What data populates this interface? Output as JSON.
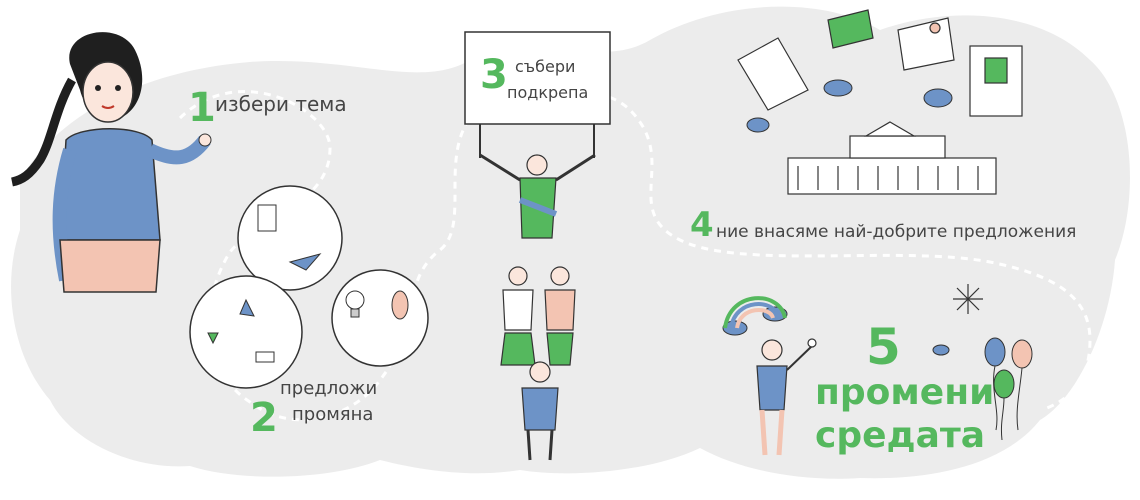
{
  "steps": [
    {
      "number": "1",
      "label": "избери тема"
    },
    {
      "number": "2",
      "label_line1": "предложи",
      "label_line2": "промяна"
    },
    {
      "number": "3",
      "label_line1": "събери",
      "label_line2": "подкрепа"
    },
    {
      "number": "4",
      "label": "ние внасяме най-добрите предложения"
    },
    {
      "number": "5",
      "label_line1": "промени",
      "label_line2": "средата"
    }
  ],
  "icons": [
    "woman-pointing-icon",
    "speech-bubble-icon",
    "paper-plane-icon",
    "lightbulb-icon",
    "human-pyramid-icon",
    "sign-board-icon",
    "envelope-icon",
    "document-icon",
    "parliament-building-icon",
    "cloud-icon",
    "rainbow-icon",
    "child-with-flower-icon",
    "balloons-icon",
    "bird-icon",
    "sun-icon"
  ],
  "colors": {
    "accent_green": "#55b85e",
    "text_gray": "#454545",
    "blob_gray": "#ececec",
    "shirt_blue": "#6d93c7",
    "skin_pink": "#f3c4b2"
  }
}
